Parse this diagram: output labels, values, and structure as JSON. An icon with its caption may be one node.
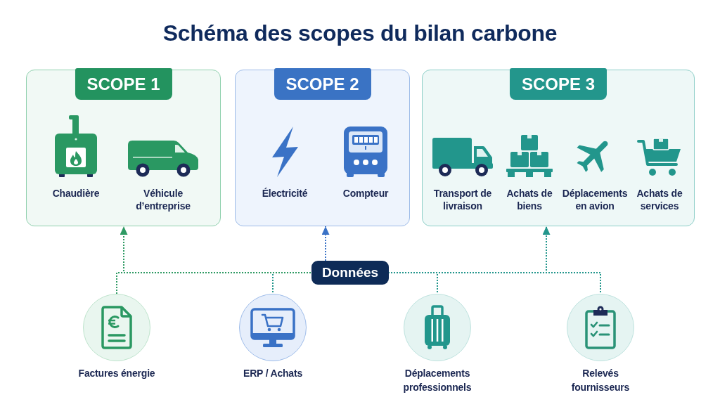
{
  "diagram": {
    "title": "Schéma des scopes du bilan carbone",
    "nodes": [
      {
        "text": [
          "SCOPE 1",
          "Chaudière",
          "Véhicule d’entreprise"
        ]
      },
      {
        "text": [
          "SCOPE 2",
          "Électricité",
          "Compteur"
        ]
      },
      {
        "text": [
          "SCOPE 3",
          "Transport de livraison",
          "Achats de biens",
          "Déplacements en avion",
          "Achats de services"
        ]
      },
      {
        "text": [
          "Données"
        ]
      },
      {
        "text": [
          "Factures énergie"
        ]
      },
      {
        "text": [
          "ERP / Achats"
        ]
      },
      {
        "text": [
          "Déplacements professionnels"
        ]
      },
      {
        "text": [
          "Relevés fournisseurs"
        ]
      }
    ],
    "edges": [
      {
        "from": 4,
        "to": 3,
        "arrow": "none",
        "style": "dashed",
        "color": "#2e9a63"
      },
      {
        "from": 5,
        "to": 3,
        "arrow": "none",
        "style": "dashed"
      },
      {
        "from": 6,
        "to": 3,
        "arrow": "none",
        "style": "dashed"
      },
      {
        "from": 7,
        "to": 3,
        "arrow": "none",
        "style": "dashed"
      },
      {
        "from": 3,
        "to": 0,
        "arrow": "to",
        "style": "dashed",
        "color": "#2e9a63"
      },
      {
        "from": 3,
        "to": 1,
        "arrow": "to",
        "style": "dashed",
        "color": "#3a72c6"
      },
      {
        "from": 3,
        "to": 2,
        "arrow": "to",
        "style": "dashed"
      }
    ]
  }
}
